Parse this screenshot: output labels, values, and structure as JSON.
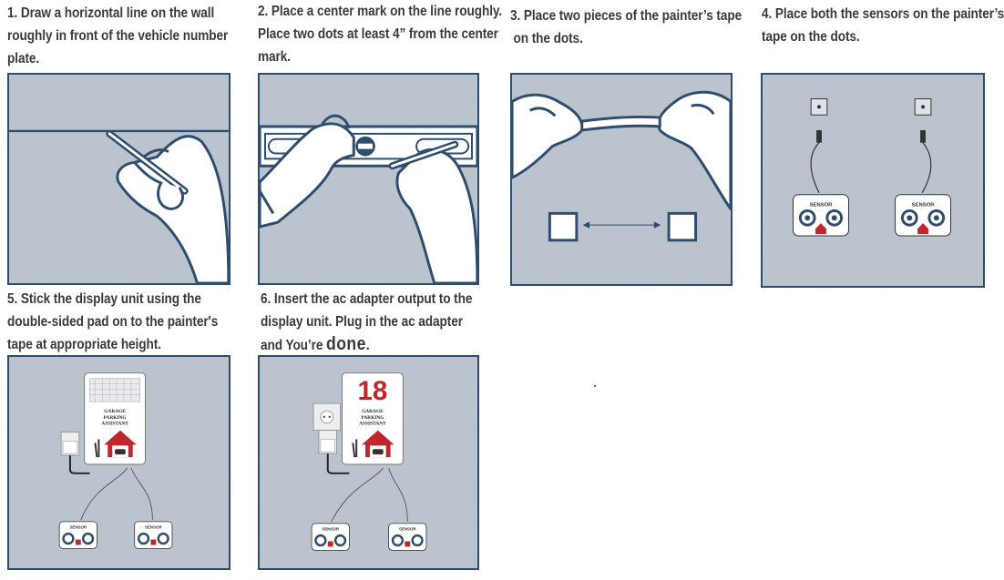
{
  "steps": [
    {
      "number": "1",
      "lines": [
        "1. Draw a horizontal line on the wall",
        "roughly in front of the vehicle number",
        "plate."
      ]
    },
    {
      "number": "2",
      "lines": [
        "2. Place a center mark on the line roughly.",
        "Place two dots at least 4” from the center",
        "mark."
      ]
    },
    {
      "number": "3",
      "lines": [
        "3. Place two pieces of the painter’s tape",
        "on the dots."
      ]
    },
    {
      "number": "4",
      "lines": [
        "4. Place both the sensors on the painter’s",
        "tape on the dots."
      ]
    },
    {
      "number": "5",
      "lines": [
        "5. Stick the display unit using the",
        "double-sided pad on to the painter's",
        "tape at appropriate height."
      ]
    },
    {
      "number": "6",
      "lines": [
        "6. Insert the ac adapter output to the",
        "display unit. Plug in the ac adapter"
      ],
      "last_line_prefix": "and You’re ",
      "last_line_emphasis": "done",
      "last_line_suffix": "."
    }
  ],
  "device": {
    "label_line1": "GARAGE",
    "label_line2": "PARKING",
    "label_line3": "ASSISTANT",
    "sensor_label": "SENSOR",
    "display_reading": "18"
  },
  "colors": {
    "border": "#2e4c6d",
    "wall": "#b9c2cc",
    "accent": "#c0272d",
    "text": "#3b3b3b"
  }
}
